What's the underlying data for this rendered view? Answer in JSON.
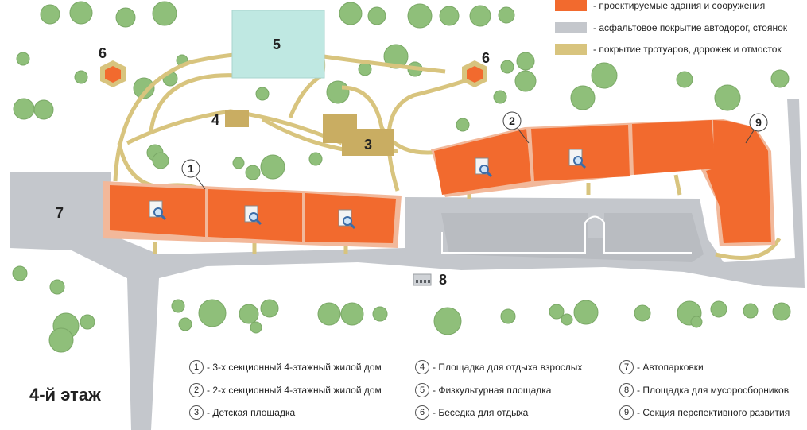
{
  "legend": [
    {
      "label": "- проектируемые здания и сооружения",
      "color": "#f26a2e"
    },
    {
      "label": "- асфальтовое покрытие автодорог, стоянок",
      "color": "#c4c7cc"
    },
    {
      "label": "- покрытие тротуаров, дорожек и отмосток",
      "color": "#d8c47e"
    }
  ],
  "map_labels": {
    "n1": "1",
    "n2": "2",
    "n3": "3",
    "n4": "4",
    "n5": "5",
    "n6a": "6",
    "n6b": "6",
    "n7": "7",
    "n8": "8",
    "n9": "9"
  },
  "key": [
    {
      "num": "1",
      "text": "- 3-х секционный 4-этажный жилой дом"
    },
    {
      "num": "2",
      "text": "- 2-х секционный 4-этажный жилой дом"
    },
    {
      "num": "3",
      "text": "- Детская площадка"
    },
    {
      "num": "4",
      "text": "- Площадка для отдыха взрослых"
    },
    {
      "num": "5",
      "text": "- Физкультурная площадка"
    },
    {
      "num": "6",
      "text": "- Беседка для отдыха"
    },
    {
      "num": "7",
      "text": "- Автопарковки"
    },
    {
      "num": "8",
      "text": "- Площадка для мусоросборников"
    },
    {
      "num": "9",
      "text": "- Секция перспективного развития"
    }
  ],
  "floor_label": "4-й этаж",
  "colors": {
    "building": "#f26a2e",
    "asphalt": "#c4c7cc",
    "path": "#d8c47e",
    "sport": "#bfe8e2",
    "tree": "#8fbf7a"
  },
  "icons": {
    "section_view": "magnifier-document-icon"
  }
}
